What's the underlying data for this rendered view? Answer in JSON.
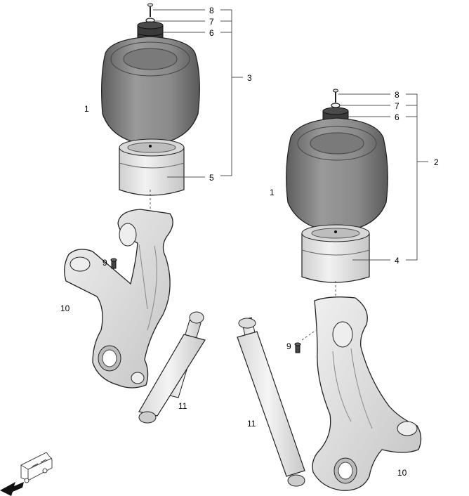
{
  "labels": {
    "left_air_spring": "1",
    "right_air_spring": "1",
    "right_assembly": "2",
    "left_assembly": "3",
    "right_piston": "4",
    "left_piston": "5",
    "left_bump_stop": "6",
    "right_bump_stop": "6",
    "left_washer": "7",
    "right_washer": "7",
    "left_top_bolt": "8",
    "right_top_bolt": "8",
    "left_screw": "9",
    "right_screw": "9",
    "left_knuckle": "10",
    "right_knuckle": "10",
    "left_shock": "11",
    "right_shock": "11"
  },
  "colors": {
    "bellows": "#8a8a8a",
    "bellows_dark": "#6a6a6a",
    "rubber": "#3a3a3a",
    "piston": "#e2e2e2",
    "metal": "#dcdcdc",
    "outline": "#222222"
  },
  "icons": {
    "orientation": "van-direction-icon"
  }
}
